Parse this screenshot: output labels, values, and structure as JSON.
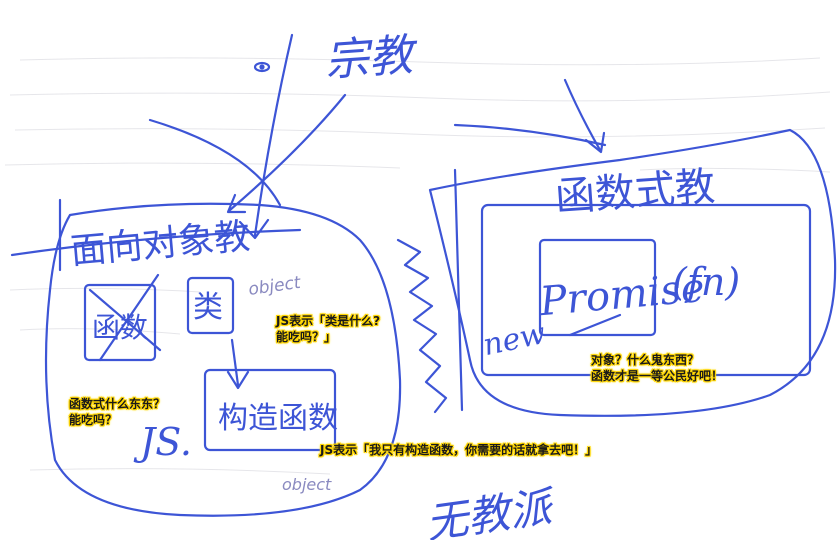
{
  "sketch": {
    "title": "宗教",
    "left_heading": "面向对象教",
    "left_terms": {
      "function": "函数",
      "class": "类",
      "js": "JS.",
      "constructor": "构造函数",
      "object_top": "object",
      "object_bottom": "object"
    },
    "right_heading": "函数式教",
    "right_code": {
      "new": "new",
      "promise": "Promise",
      "fn": "(fn)"
    },
    "bottom_label": "无教派"
  },
  "annotations": {
    "class_note": [
      "JS表示「类是什么?",
      "能吃吗？」"
    ],
    "function_note": [
      "函数式什么东东？",
      "能吃吗？"
    ],
    "object_note": [
      "对象？什么鬼东西？",
      "函数才是一等公民好吧！"
    ],
    "constructor_note": [
      "JS表示「我只有构造函数，你需要的话就拿去吧！」"
    ]
  },
  "colors": {
    "ink": "#3d55d6",
    "highlight": "#ffd400",
    "pencil": "#8a8ac0"
  }
}
